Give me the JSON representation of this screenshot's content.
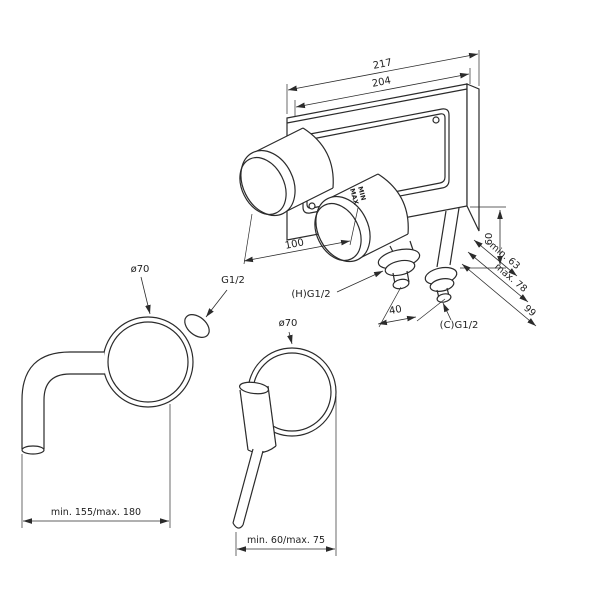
{
  "drawing": {
    "background": "#ffffff",
    "line_color": "#2b2b2b",
    "assembly": {
      "dim_width_outer": "217",
      "dim_width_inner": "204",
      "dim_valve_spacing": "100",
      "dim_height": "60",
      "dim_depth_min": "min. 63",
      "dim_depth_max": "max. 78",
      "dim_depth_total": "99",
      "dim_outlet_offset": "40",
      "hot_port_label": "(H)G1/2",
      "cold_port_label": "(C)G1/2",
      "marking_max": "MAX",
      "marking_min": "MIN"
    },
    "spout_view": {
      "flange_diameter": "ø70",
      "port_label": "G1/2",
      "reach_dimension": "min. 155/max. 180"
    },
    "handle_view": {
      "flange_diameter": "ø70",
      "projection_dimension": "min. 60/max. 75"
    }
  }
}
